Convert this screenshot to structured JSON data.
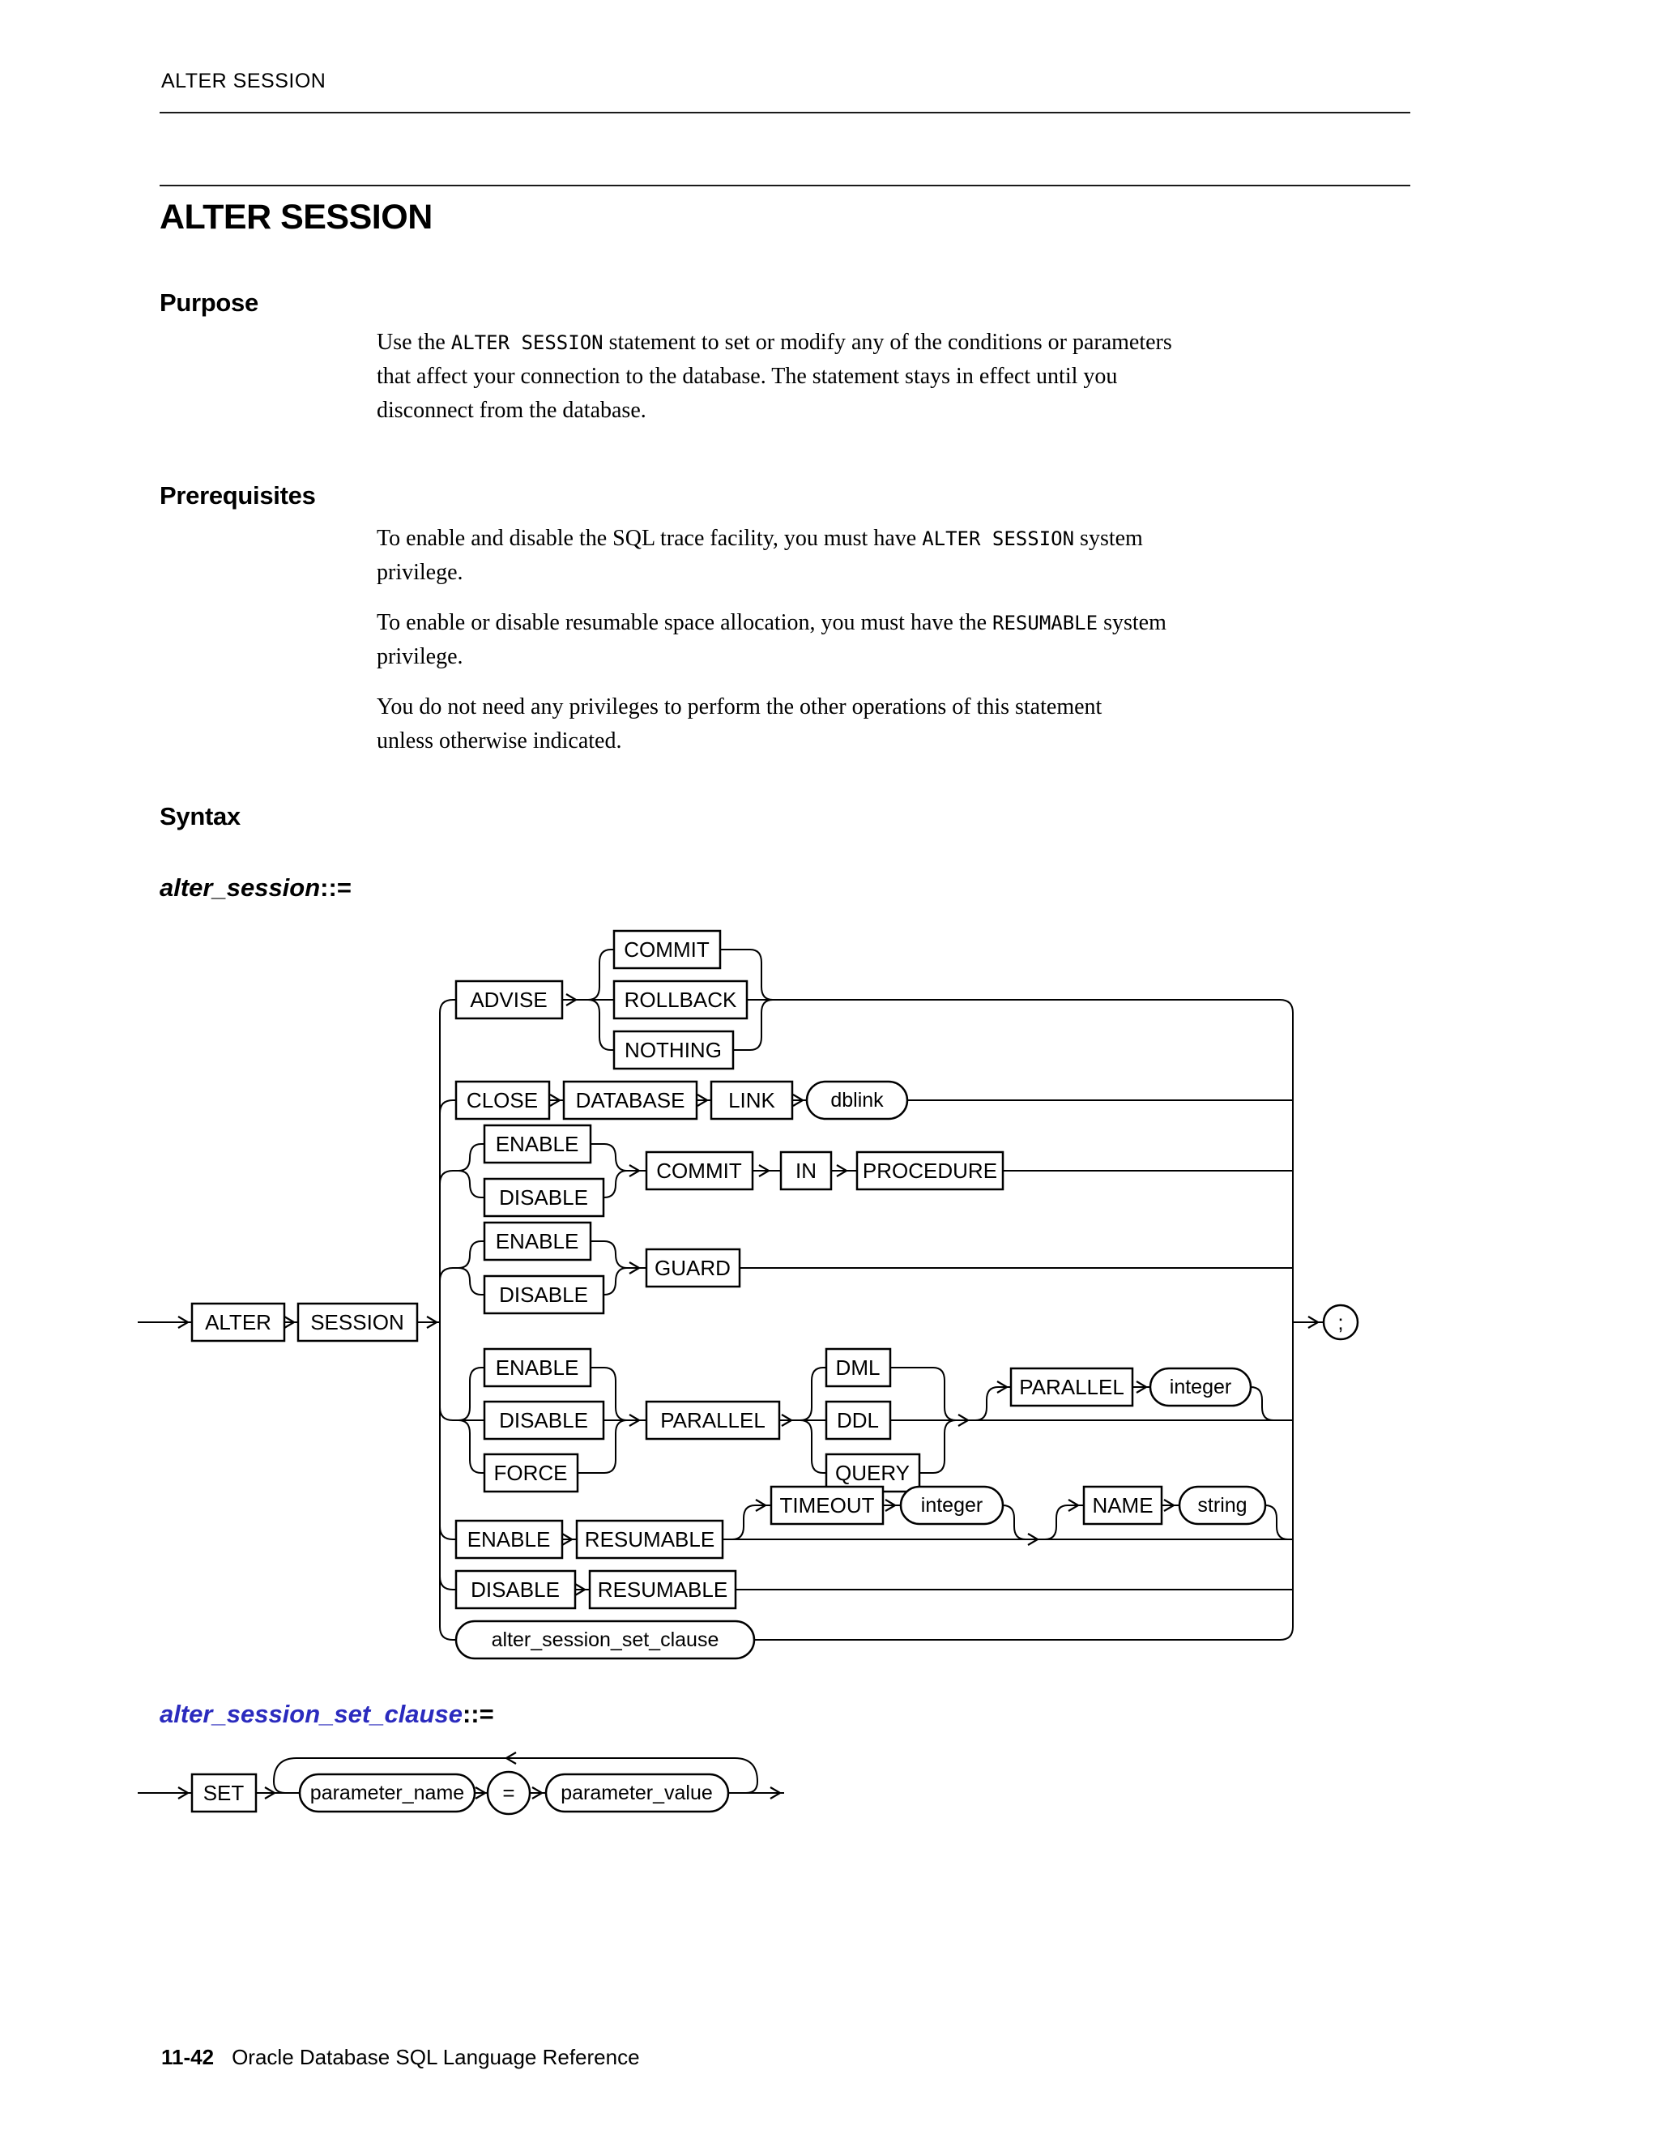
{
  "page": {
    "running_head": "ALTER SESSION",
    "title": "ALTER SESSION",
    "footer": {
      "page_number": "11-42",
      "book_title": "Oracle Database SQL Language Reference"
    }
  },
  "sections": {
    "purpose": {
      "heading": "Purpose",
      "l1a": "Use the ",
      "l1b": "ALTER SESSION",
      "l1c": " statement to set or modify any of the conditions or parameters",
      "l2": "that affect your connection to the database. The statement stays in effect until you",
      "l3": "disconnect from the database."
    },
    "prerequisites": {
      "heading": "Prerequisites",
      "p1": {
        "l1a": "To enable and disable the SQL trace facility, you must have ",
        "l1b": "ALTER SESSION",
        "l1c": " system",
        "l2": "privilege."
      },
      "p2": {
        "l1a": "To enable or disable resumable space allocation, you must have the ",
        "l1b": "RESUMABLE",
        "l1c": " system",
        "l2": "privilege."
      },
      "p3": {
        "l1": "You do not need any privileges to perform the other operations of this statement",
        "l2": "unless otherwise indicated."
      }
    },
    "syntax": {
      "heading": "Syntax",
      "diagram1_name": "alter_session",
      "diagram2_name": "alter_session_set_clause",
      "assign": "::="
    }
  },
  "diagram_tokens": {
    "alter": "ALTER",
    "session": "SESSION",
    "advise": "ADVISE",
    "commit": "COMMIT",
    "rollback": "ROLLBACK",
    "nothing": "NOTHING",
    "close": "CLOSE",
    "database": "DATABASE",
    "link": "LINK",
    "dblink": "dblink",
    "enable": "ENABLE",
    "disable": "DISABLE",
    "in_kw": "IN",
    "procedure": "PROCEDURE",
    "guard": "GUARD",
    "force": "FORCE",
    "parallel": "PARALLEL",
    "dml": "DML",
    "ddl": "DDL",
    "query": "QUERY",
    "integer": "integer",
    "timeout": "TIMEOUT",
    "name_kw": "NAME",
    "string": "string",
    "resumable": "RESUMABLE",
    "set_clause": "alter_session_set_clause",
    "semicolon": ";",
    "set_kw": "SET",
    "parameter_name": "parameter_name",
    "equals": "=",
    "parameter_value": "parameter_value"
  },
  "colors": {
    "link_blue": "#2b2bbe",
    "ink": "#000000"
  }
}
